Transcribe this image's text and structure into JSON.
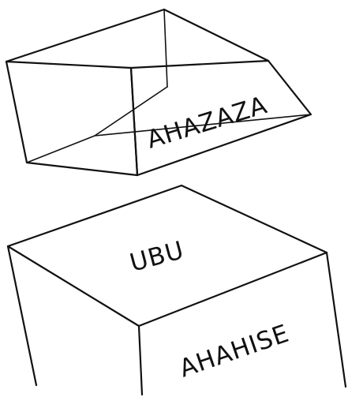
{
  "top_box": {
    "side_label": "AHAZAZA"
  },
  "bottom_box": {
    "top_label": "UBU",
    "side_label": "AHAHISE"
  }
}
